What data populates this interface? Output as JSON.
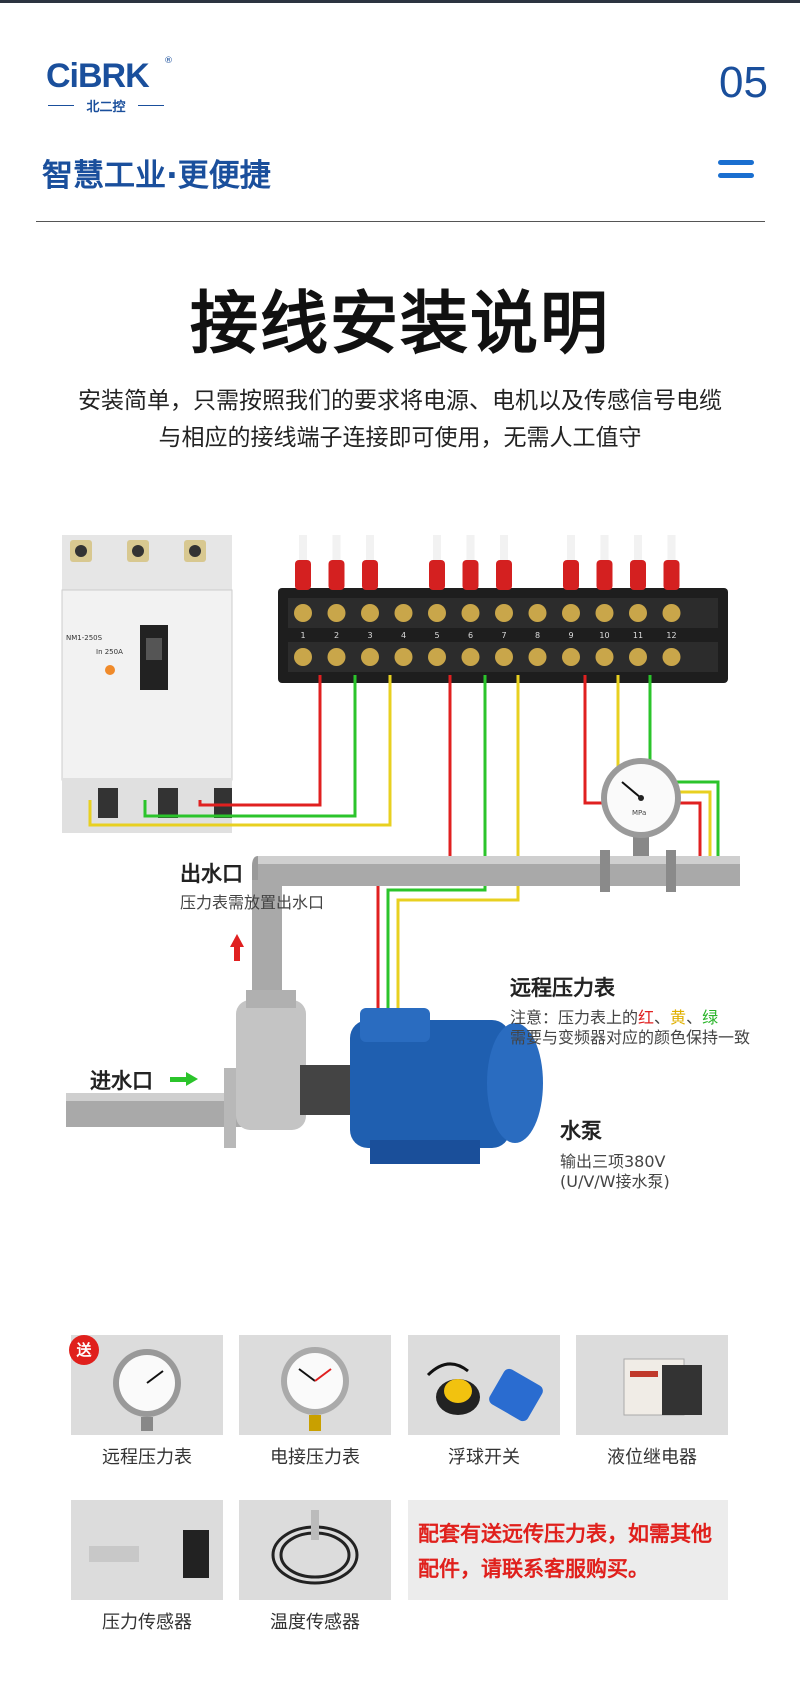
{
  "brand": {
    "name": "CiBRK",
    "registered": "®",
    "subtitle": "北二控"
  },
  "page_number": "05",
  "slogan": "智慧工业·更便捷",
  "title": "接线安装说明",
  "intro": {
    "line1": "安装简单，只需按照我们的要求将电源、电机以及传感信号电缆",
    "line2": "与相应的接线端子连接即可使用，无需人工值守"
  },
  "breaker": {
    "model": "NM1-250S",
    "rating": "In 250A"
  },
  "terminals": [
    "1",
    "2",
    "3",
    "4",
    "5",
    "6",
    "7",
    "8",
    "9",
    "10",
    "11",
    "12"
  ],
  "gauge_face": "MPa",
  "labels": {
    "outlet_title": "出水口",
    "outlet_note": "压力表需放置出水口",
    "inlet_title": "进水口",
    "remote_gauge_title": "远程压力表",
    "remote_note_prefix": "注意：压力表上的",
    "remote_note_red": "红",
    "remote_note_sep1": "、",
    "remote_note_yellow": "黄",
    "remote_note_sep2": "、",
    "remote_note_green": "绿",
    "remote_note_line2": "需要与变频器对应的颜色保持一致",
    "pump_title": "水泵",
    "pump_note1": "输出三项380V",
    "pump_note2": "(U/V/W接水泵)"
  },
  "accessories": {
    "gift_badge": "送",
    "items": [
      {
        "label": "远程压力表",
        "icon": "pressure-gauge"
      },
      {
        "label": "电接压力表",
        "icon": "contact-pressure-gauge"
      },
      {
        "label": "浮球开关",
        "icon": "float-switch"
      },
      {
        "label": "液位继电器",
        "icon": "level-relay"
      },
      {
        "label": "压力传感器",
        "icon": "pressure-sensor"
      },
      {
        "label": "温度传感器",
        "icon": "temperature-sensor"
      }
    ],
    "note": "配套有送远传压力表，如需其他配件，请联系客服购买。"
  },
  "colors": {
    "brand_blue": "#1a4f9c",
    "wire_red": "#e02020",
    "wire_yellow": "#e8d020",
    "wire_green": "#2bc42b",
    "pump_blue": "#1f5fb0"
  }
}
